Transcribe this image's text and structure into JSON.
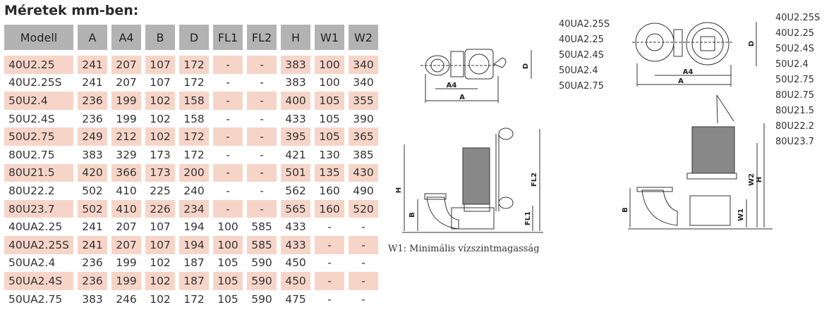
{
  "title": "Méretek mm-ben:",
  "table": {
    "headers": [
      "Modell",
      "A",
      "A4",
      "B",
      "D",
      "FL1",
      "FL2",
      "H",
      "W1",
      "W2"
    ],
    "rows": [
      [
        "40U2.25",
        "241",
        "207",
        "107",
        "172",
        "-",
        "-",
        "383",
        "100",
        "340"
      ],
      [
        "40U2.25S",
        "241",
        "207",
        "107",
        "172",
        "-",
        "-",
        "383",
        "100",
        "340"
      ],
      [
        "50U2.4",
        "236",
        "199",
        "102",
        "158",
        "-",
        "-",
        "400",
        "105",
        "355"
      ],
      [
        "50U2.4S",
        "236",
        "199",
        "102",
        "158",
        "-",
        "-",
        "433",
        "105",
        "390"
      ],
      [
        "50U2.75",
        "249",
        "212",
        "102",
        "172",
        "-",
        "-",
        "395",
        "105",
        "365"
      ],
      [
        "80U2.75",
        "383",
        "329",
        "173",
        "172",
        "-",
        "-",
        "421",
        "130",
        "385"
      ],
      [
        "80U21.5",
        "420",
        "366",
        "173",
        "200",
        "-",
        "-",
        "501",
        "135",
        "430"
      ],
      [
        "80U22.2",
        "502",
        "410",
        "225",
        "240",
        "-",
        "-",
        "562",
        "160",
        "490"
      ],
      [
        "80U23.7",
        "502",
        "410",
        "226",
        "234",
        "-",
        "-",
        "565",
        "160",
        "520"
      ],
      [
        "40UA2.25",
        "241",
        "207",
        "107",
        "194",
        "100",
        "585",
        "433",
        "-",
        "-"
      ],
      [
        "40UA2.25S",
        "241",
        "207",
        "107",
        "194",
        "100",
        "585",
        "433",
        "-",
        "-"
      ],
      [
        "50UA2.4",
        "236",
        "199",
        "102",
        "187",
        "105",
        "590",
        "450",
        "-",
        "-"
      ],
      [
        "50UA2.4S",
        "236",
        "199",
        "102",
        "187",
        "105",
        "590",
        "450",
        "-",
        "-"
      ],
      [
        "50UA2.75",
        "383",
        "246",
        "102",
        "172",
        "105",
        "590",
        "475",
        "-",
        "-"
      ]
    ]
  },
  "ua_models": [
    "40UA2.25S",
    "40UA2.25",
    "50UA2.4S",
    "50UA2.4",
    "50UA2.75"
  ],
  "u_models": [
    "40U2.25S",
    "40U2.25",
    "50U2.4S",
    "50U2.4",
    "50U2.75",
    "80U2.75",
    "80U21.5",
    "80U22.2",
    "80U23.7"
  ],
  "caption": "W1: Minimális vízszintmagasság",
  "dims": {
    "A": "A",
    "A4": "A4",
    "D": "D",
    "H": "H",
    "B": "B",
    "FL1": "FL1",
    "FL2": "FL2",
    "W1": "W1",
    "W2": "W2"
  },
  "colors": {
    "header_bg": "#b3b3b3",
    "row_alt": "#f6d5c8"
  }
}
